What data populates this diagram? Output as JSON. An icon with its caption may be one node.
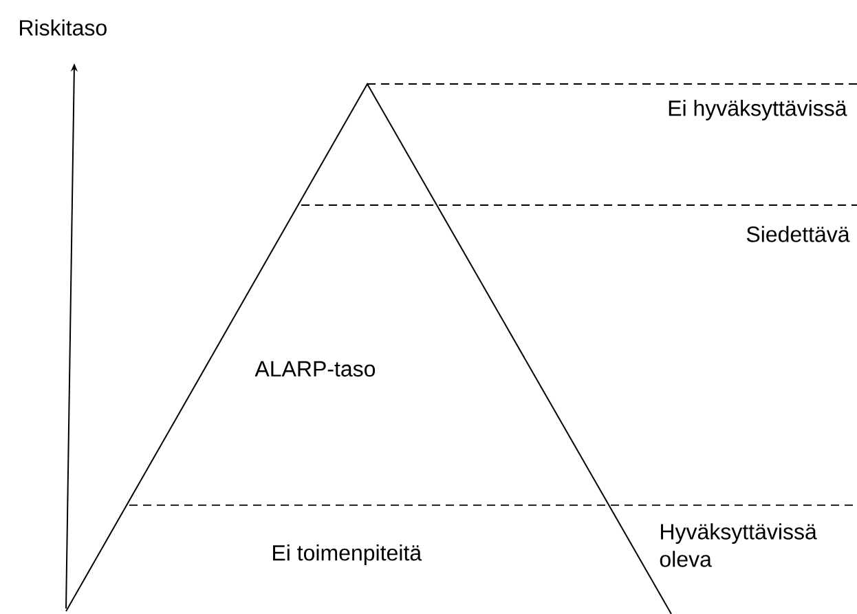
{
  "diagram": {
    "labels": [
      "Riskitaso",
      "Ei hyväksyttävissä",
      "Siedettävä",
      "ALARP-taso",
      "Hyväksyttävissä oleva",
      "Ei toimenpiteitä"
    ]
  }
}
